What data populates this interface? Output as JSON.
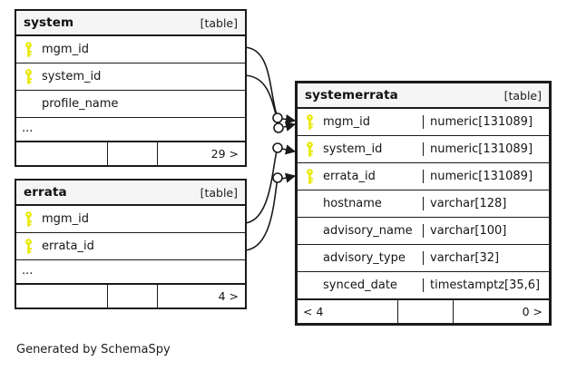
{
  "diagram": {
    "title": "SchemaSpy relationship diagram",
    "caption": "Generated by SchemaSpy",
    "background": "#ffffff",
    "line_color": "#1a1a1a",
    "header_background": "#f5f5f5",
    "key_color": "#e8e800",
    "table_tag": "[table]"
  },
  "tables": [
    {
      "id": "system",
      "name": "system",
      "tag": "[table]",
      "columns": [
        {
          "name": "mgm_id",
          "key": true,
          "key_icon": "key-icon",
          "type": ""
        },
        {
          "name": "system_id",
          "key": true,
          "key_icon": "key-icon",
          "type": ""
        },
        {
          "name": "profile_name",
          "key": false,
          "key_icon": "",
          "type": ""
        }
      ],
      "ellipsis": "...",
      "footer": {
        "left": "",
        "middle": "",
        "right": "29 >"
      }
    },
    {
      "id": "errata",
      "name": "errata",
      "tag": "[table]",
      "columns": [
        {
          "name": "mgm_id",
          "key": true,
          "key_icon": "key-icon",
          "type": ""
        },
        {
          "name": "errata_id",
          "key": true,
          "key_icon": "key-icon",
          "type": ""
        }
      ],
      "ellipsis": "...",
      "footer": {
        "left": "",
        "middle": "",
        "right": "4 >"
      }
    },
    {
      "id": "systemerrata",
      "name": "systemerrata",
      "tag": "[table]",
      "columns": [
        {
          "name": "mgm_id",
          "key": true,
          "key_icon": "key-icon",
          "type": "numeric[131089]"
        },
        {
          "name": "system_id",
          "key": true,
          "key_icon": "key-icon",
          "type": "numeric[131089]"
        },
        {
          "name": "errata_id",
          "key": true,
          "key_icon": "key-icon",
          "type": "numeric[131089]"
        },
        {
          "name": "hostname",
          "key": false,
          "key_icon": "",
          "type": "varchar[128]"
        },
        {
          "name": "advisory_name",
          "key": false,
          "key_icon": "",
          "type": "varchar[100]"
        },
        {
          "name": "advisory_type",
          "key": false,
          "key_icon": "",
          "type": "varchar[32]"
        },
        {
          "name": "synced_date",
          "key": false,
          "key_icon": "",
          "type": "timestamptz[35,6]"
        }
      ],
      "ellipsis": "",
      "footer": {
        "left": "< 4",
        "middle": "",
        "right": "0 >"
      }
    }
  ],
  "relationships": [
    {
      "id": "rel-system-mgm",
      "from_table": "system",
      "from_column": "mgm_id",
      "to_table": "systemerrata",
      "to_column": "mgm_id",
      "marker": "zero-or-more"
    },
    {
      "id": "rel-system-systemid",
      "from_table": "system",
      "from_column": "system_id",
      "to_table": "systemerrata",
      "to_column": "system_id",
      "marker": "zero-or-more"
    },
    {
      "id": "rel-errata-mgm",
      "from_table": "errata",
      "from_column": "mgm_id",
      "to_table": "systemerrata",
      "to_column": "mgm_id",
      "marker": "zero-or-more"
    },
    {
      "id": "rel-errata-errataid",
      "from_table": "errata",
      "from_column": "errata_id",
      "to_table": "systemerrata",
      "to_column": "errata_id",
      "marker": "zero-or-more"
    }
  ]
}
